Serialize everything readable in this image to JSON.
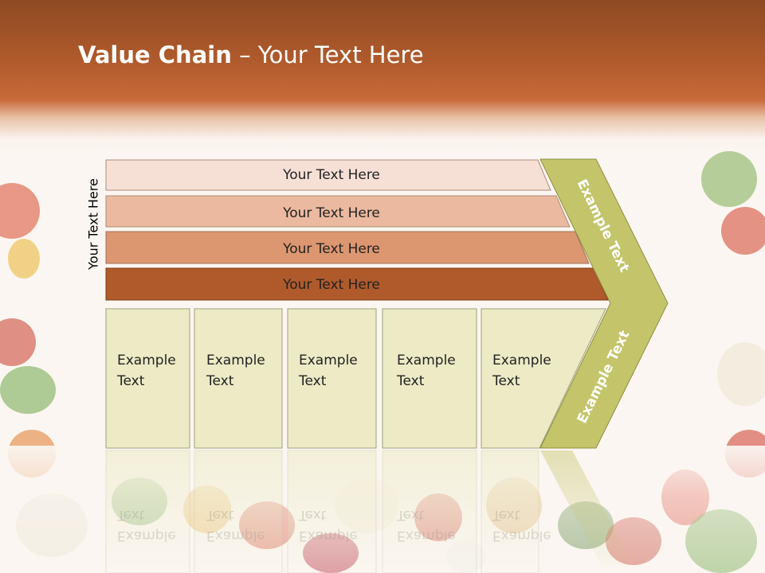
{
  "title": {
    "bold": "Value Chain",
    "rest": " – Your Text Here"
  },
  "side_label": "Your Text Here",
  "bars": [
    {
      "label": "Your Text Here",
      "color": "#f6e0d6"
    },
    {
      "label": "Your Text Here",
      "color": "#ebb9a0"
    },
    {
      "label": "Your Text Here",
      "color": "#dc9670"
    },
    {
      "label": "Your Text Here",
      "color": "#b05a2c"
    }
  ],
  "columns": [
    {
      "line1": "Example",
      "line2": "Text"
    },
    {
      "line1": "Example",
      "line2": "Text"
    },
    {
      "line1": "Example",
      "line2": "Text"
    },
    {
      "line1": "Example",
      "line2": "Text"
    },
    {
      "line1": "Example",
      "line2": "Text"
    }
  ],
  "arrow": {
    "upper_text": "Example Text",
    "lower_text": "Example Text",
    "color": "#c4c46a"
  },
  "colors": {
    "column_fill": "#ecebc6",
    "column_stroke": "#9ea07a"
  }
}
